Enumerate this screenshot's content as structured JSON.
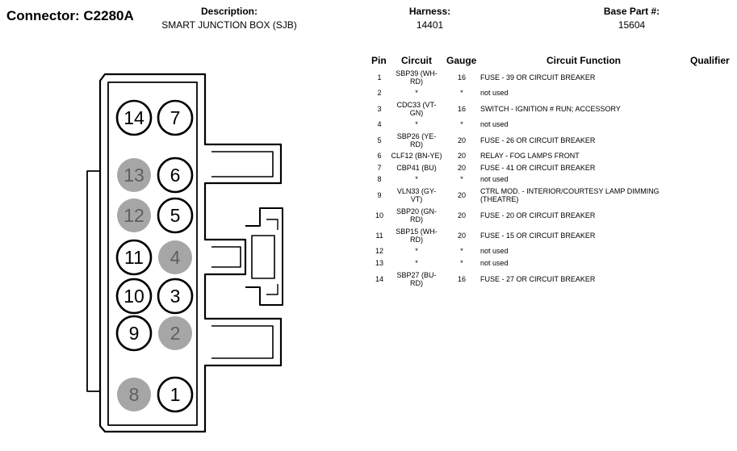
{
  "header": {
    "connector": "Connector: C2280A",
    "description_label": "Description:",
    "description_value": "SMART JUNCTION BOX (SJB)",
    "harness_label": "Harness:",
    "harness_value": "14401",
    "base_part_label": "Base Part #:",
    "base_part_value": "15604"
  },
  "table": {
    "columns": [
      "Pin",
      "Circuit",
      "Gauge",
      "Circuit Function",
      "Qualifier"
    ],
    "rows": [
      {
        "pin": "1",
        "circuit": "SBP39 (WH-RD)",
        "gauge": "16",
        "function": "FUSE - 39 OR CIRCUIT BREAKER",
        "qualifier": ""
      },
      {
        "pin": "2",
        "circuit": "*",
        "gauge": "*",
        "function": "not used",
        "qualifier": ""
      },
      {
        "pin": "3",
        "circuit": "CDC33 (VT-GN)",
        "gauge": "16",
        "function": "SWITCH - IGNITION # RUN; ACCESSORY",
        "qualifier": ""
      },
      {
        "pin": "4",
        "circuit": "*",
        "gauge": "*",
        "function": "not used",
        "qualifier": ""
      },
      {
        "pin": "5",
        "circuit": "SBP26 (YE-RD)",
        "gauge": "20",
        "function": "FUSE - 26 OR CIRCUIT BREAKER",
        "qualifier": ""
      },
      {
        "pin": "6",
        "circuit": "CLF12 (BN-YE)",
        "gauge": "20",
        "function": "RELAY - FOG LAMPS FRONT",
        "qualifier": ""
      },
      {
        "pin": "7",
        "circuit": "CBP41 (BU)",
        "gauge": "20",
        "function": "FUSE - 41 OR CIRCUIT BREAKER",
        "qualifier": ""
      },
      {
        "pin": "8",
        "circuit": "*",
        "gauge": "*",
        "function": "not used",
        "qualifier": ""
      },
      {
        "pin": "9",
        "circuit": "VLN33 (GY-VT)",
        "gauge": "20",
        "function": "CTRL MOD. - INTERIOR/COURTESY LAMP DIMMING (THEATRE)",
        "qualifier": ""
      },
      {
        "pin": "10",
        "circuit": "SBP20 (GN-RD)",
        "gauge": "20",
        "function": "FUSE - 20 OR CIRCUIT BREAKER",
        "qualifier": ""
      },
      {
        "pin": "11",
        "circuit": "SBP15 (WH-RD)",
        "gauge": "20",
        "function": "FUSE - 15 OR CIRCUIT BREAKER",
        "qualifier": ""
      },
      {
        "pin": "12",
        "circuit": "*",
        "gauge": "*",
        "function": "not used",
        "qualifier": ""
      },
      {
        "pin": "13",
        "circuit": "*",
        "gauge": "*",
        "function": "not used",
        "qualifier": ""
      },
      {
        "pin": "14",
        "circuit": "SBP27 (BU-RD)",
        "gauge": "16",
        "function": "FUSE - 27 OR CIRCUIT BREAKER",
        "qualifier": ""
      }
    ]
  },
  "connector_pins": [
    {
      "number": "14",
      "used": true
    },
    {
      "number": "7",
      "used": true
    },
    {
      "number": "13",
      "used": false
    },
    {
      "number": "6",
      "used": true
    },
    {
      "number": "12",
      "used": false
    },
    {
      "number": "5",
      "used": true
    },
    {
      "number": "11",
      "used": true
    },
    {
      "number": "4",
      "used": false
    },
    {
      "number": "10",
      "used": true
    },
    {
      "number": "3",
      "used": true
    },
    {
      "number": "9",
      "used": true
    },
    {
      "number": "2",
      "used": false
    },
    {
      "number": "8",
      "used": false
    },
    {
      "number": "1",
      "used": true
    }
  ],
  "colors": {
    "unused_pin_fill": "#a6a6a6",
    "used_pin_fill": "#ffffff",
    "outline": "#000000"
  }
}
